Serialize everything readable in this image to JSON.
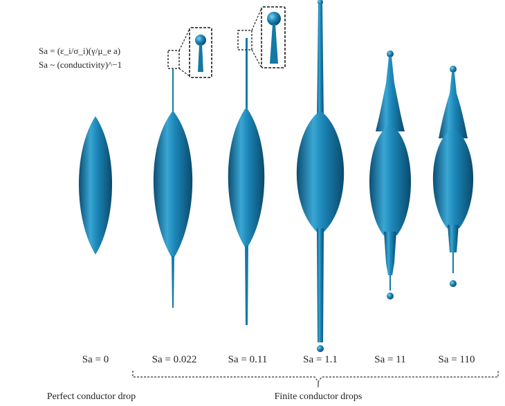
{
  "equations": {
    "line1": "Sa = (ε_i/σ_i)(γ/μ_e a)",
    "line2": "Sa ~ (conductivity)^−1"
  },
  "drops": [
    {
      "sa_label": "Sa = 0"
    },
    {
      "sa_label": "Sa = 0.022"
    },
    {
      "sa_label": "Sa = 0.11"
    },
    {
      "sa_label": "Sa = 1.1"
    },
    {
      "sa_label": "Sa = 11"
    },
    {
      "sa_label": "Sa = 110"
    }
  ],
  "groups": {
    "perfect": "Perfect conductor drop",
    "finite": "Finite conductor drops"
  },
  "colors": {
    "drop_main": "#1479a6",
    "drop_dark": "#0b4f73",
    "drop_light": "#4db6dd",
    "text": "#222222",
    "inset_border": "#333333"
  }
}
